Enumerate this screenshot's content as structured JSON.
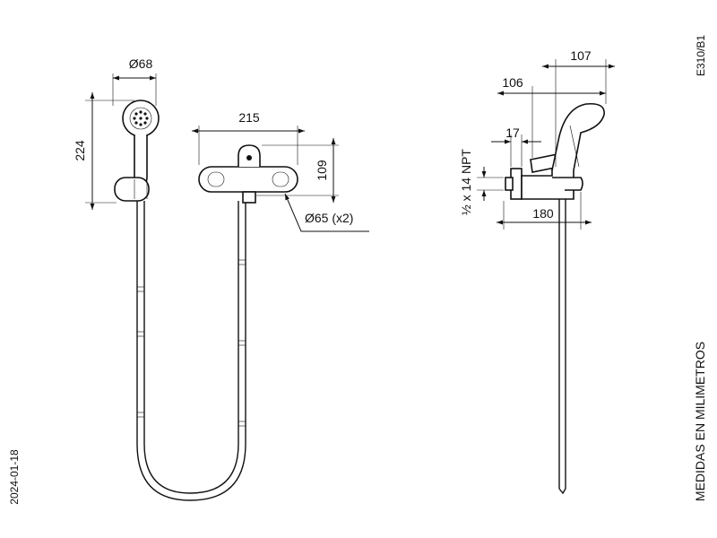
{
  "drawing": {
    "code": "E310/B1",
    "date": "2024-01-18",
    "note": "MEDIDAS EN MILIMETROS",
    "dimensions": {
      "showerhead_diameter": "Ø68",
      "showerhead_height": "224",
      "body_width": "215",
      "body_height": "109",
      "escutcheon_diameter": "Ø65 (x2)",
      "depth_total": "107",
      "depth_spout": "106",
      "connection_offset": "17",
      "thread": "½ x 14 NPT",
      "spout_length": "180"
    }
  }
}
